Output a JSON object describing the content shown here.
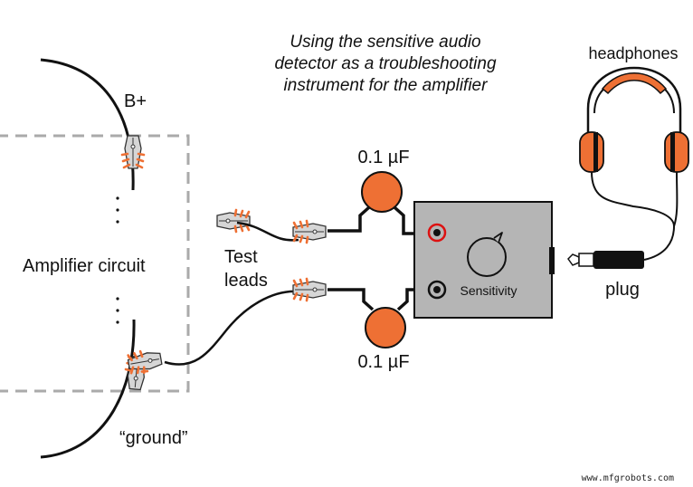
{
  "title": {
    "line1": "Using the sensitive audio",
    "line2": "detector as a troubleshooting",
    "line3": "instrument for the amplifier"
  },
  "labels": {
    "b_plus": "B+",
    "amplifier_circuit": "Amplifier circuit",
    "test": "Test",
    "leads": "leads",
    "cap_top": "0.1 µF",
    "cap_bottom": "0.1 µF",
    "sensitivity": "Sensitivity",
    "headphones": "headphones",
    "plug": "plug",
    "ground": "“ground”",
    "watermark": "www.mfgrobots.com"
  },
  "colors": {
    "orange": "#ee7034",
    "box_gray": "#b5b5b5",
    "dash_gray": "#aaaaaa",
    "red_jack": "#dd1111",
    "wire": "#111111",
    "clip_metal": "#d6d6d6"
  }
}
